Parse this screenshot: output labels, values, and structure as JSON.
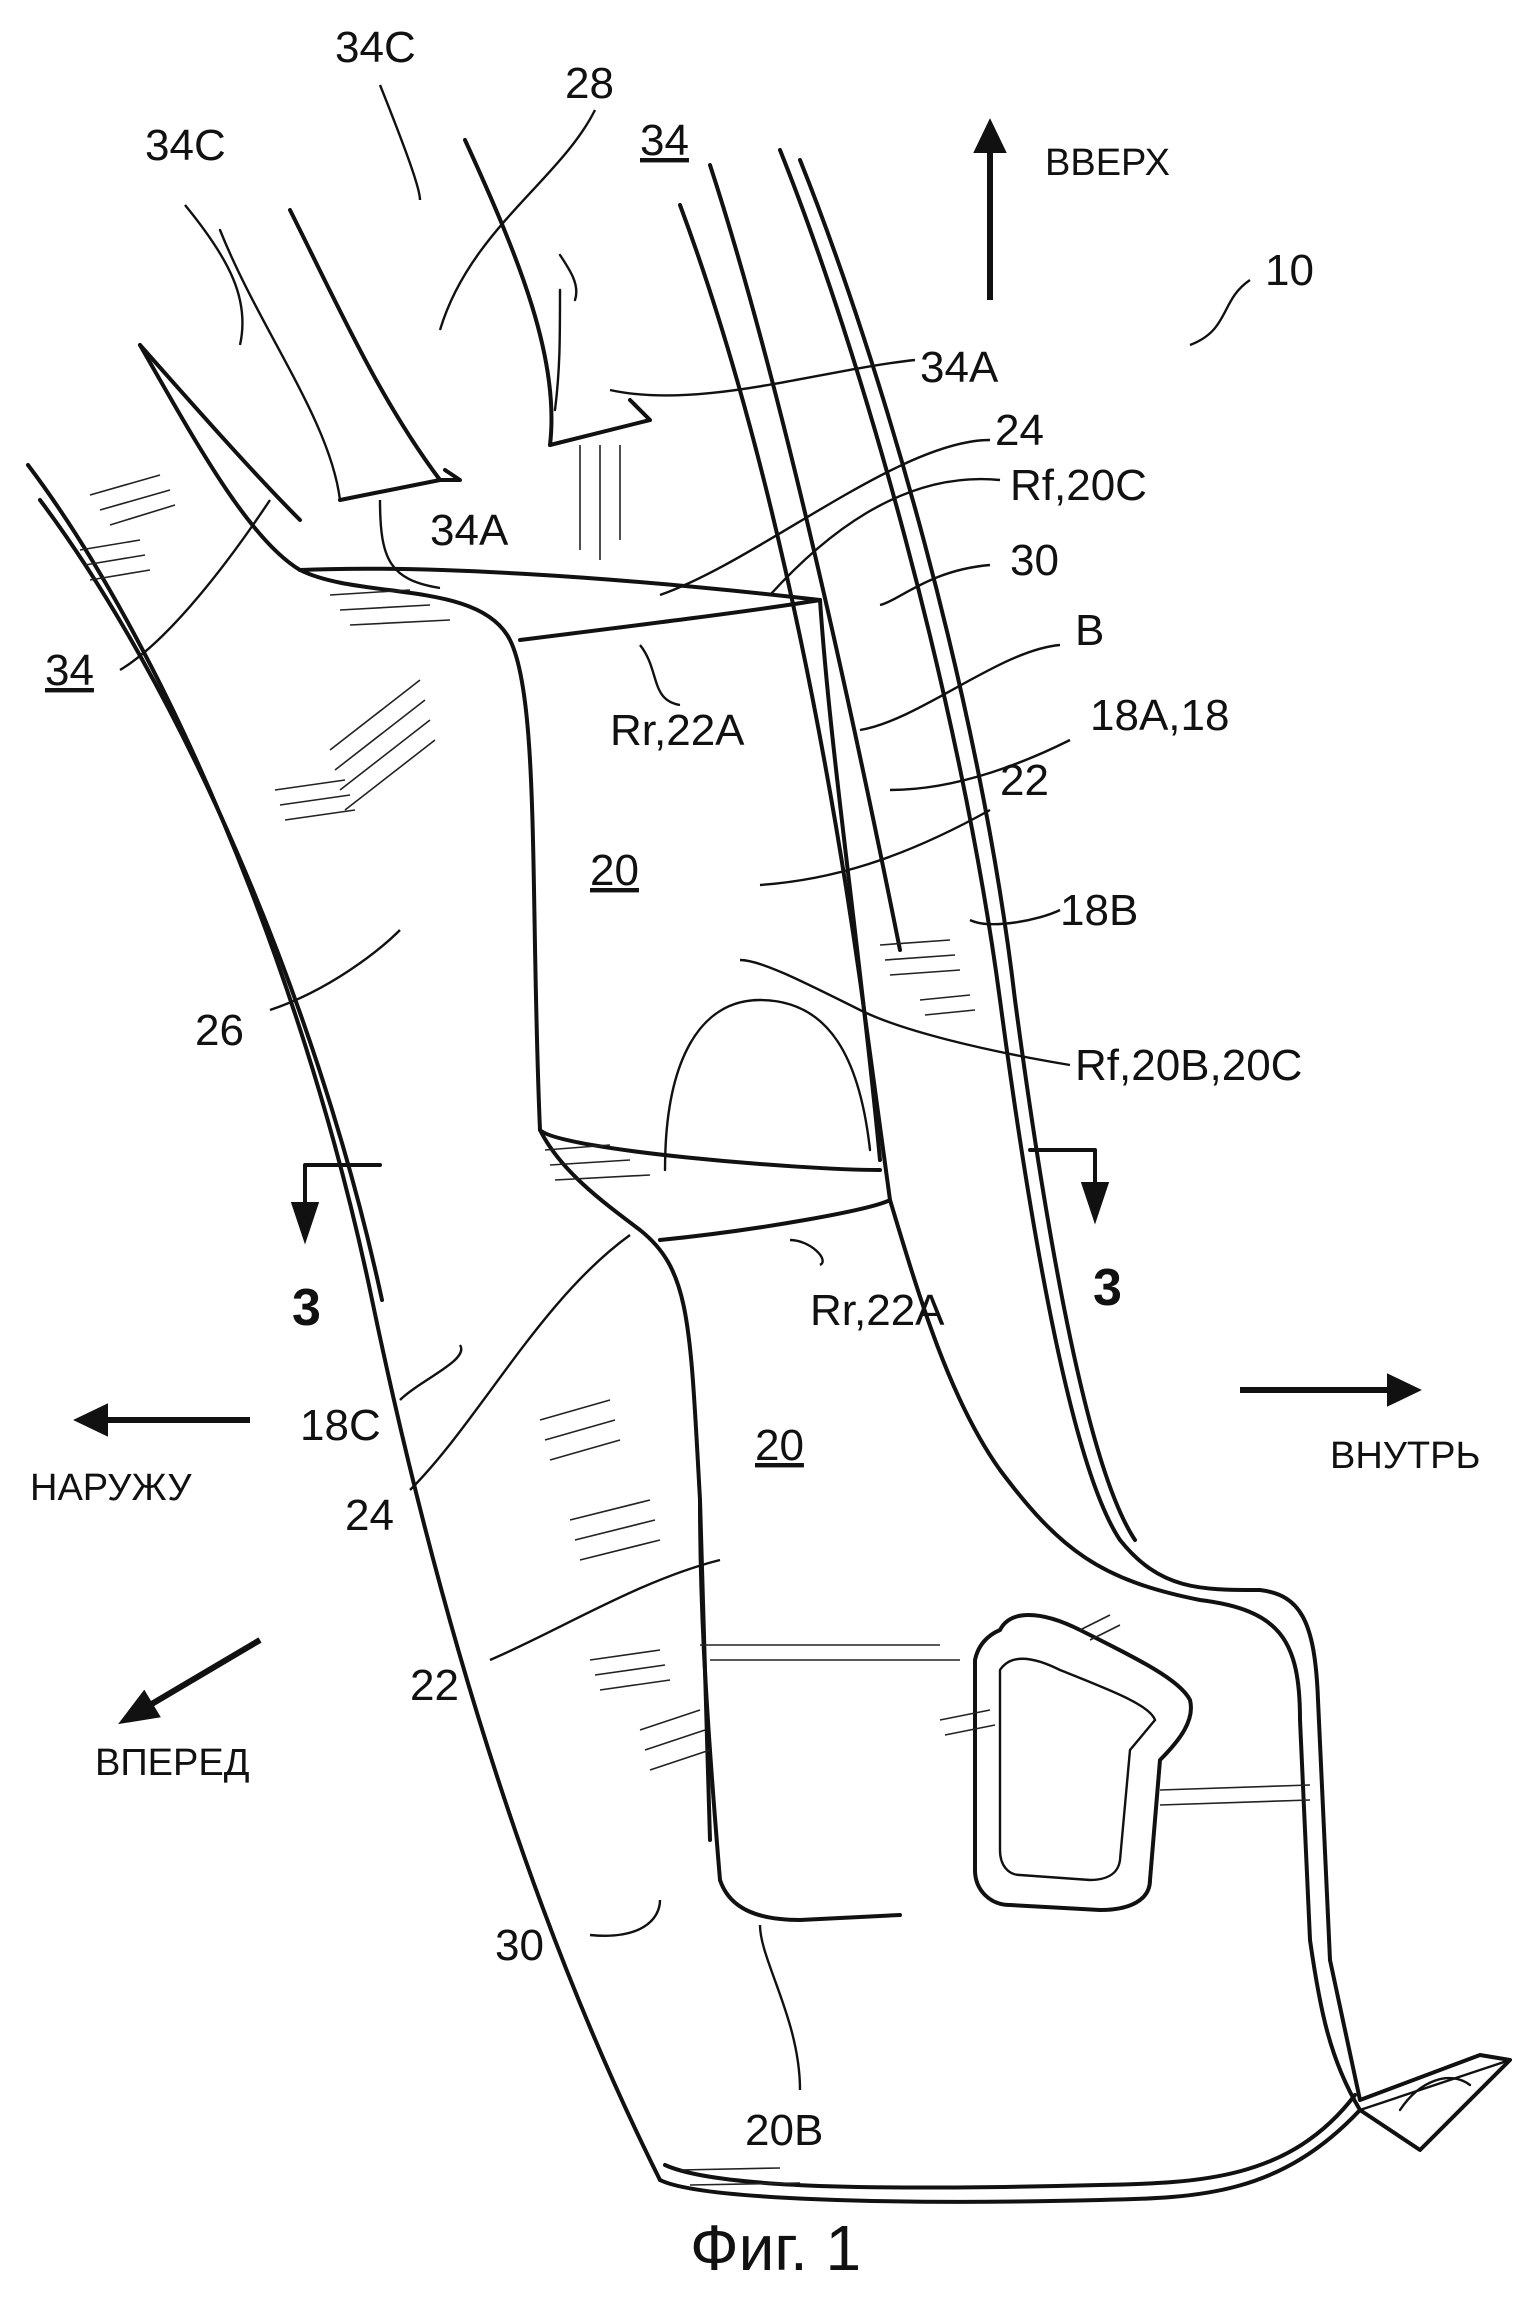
{
  "figure": {
    "caption": "Фиг. 1",
    "directions": {
      "up": "ВВЕРХ",
      "inward": "ВНУТРЬ",
      "outward": "НАРУЖУ",
      "forward": "ВПЕРЕД"
    },
    "section_marks": {
      "left": "3",
      "right": "3"
    },
    "labels": {
      "ref_10": "10",
      "ref_34c_a": "34C",
      "ref_34c_b": "34C",
      "ref_28": "28",
      "ref_34_top": "34",
      "ref_34a_right": "34A",
      "ref_24_top": "24",
      "ref_rf_20c": "Rf,20C",
      "ref_34a_left": "34A",
      "ref_30_top": "30",
      "ref_b": "B",
      "ref_34_left": "34",
      "ref_rr_22a_top": "Rr,22A",
      "ref_18a_18": "18A,18",
      "ref_22_top": "22",
      "ref_20_top": "20",
      "ref_18b": "18B",
      "ref_26": "26",
      "ref_rf_20b_20c": "Rf,20B,20C",
      "ref_rr_22a_bottom": "Rr,22A",
      "ref_18c": "18C",
      "ref_20_bottom": "20",
      "ref_24_bottom": "24",
      "ref_22_bottom": "22",
      "ref_30_bottom": "30",
      "ref_20b": "20B"
    }
  }
}
